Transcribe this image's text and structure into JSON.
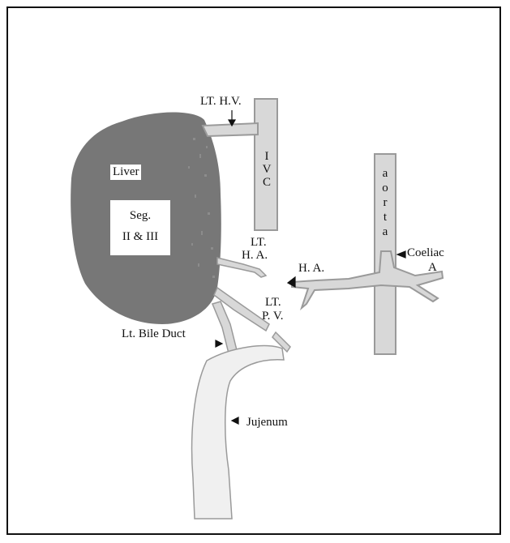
{
  "labels": {
    "lt_hv": "LT. H.V.",
    "ivc": [
      "I",
      "V",
      "C"
    ],
    "liver": "Liver",
    "seg_line1": "Seg.",
    "seg_line2": "II & III",
    "aorta": [
      "a",
      "o",
      "r",
      "t",
      "a"
    ],
    "coeliac_line1": "Coeliac",
    "coeliac_line2": "A",
    "lt_ha_line1": "LT.",
    "lt_ha_line2": "H. A.",
    "ha": "H. A.",
    "lt_pv_line1": "LT.",
    "lt_pv_line2": "P. V.",
    "lt_bile_duct": "Lt. Bile Duct",
    "jujenum": "Jujenum"
  },
  "colors": {
    "liver": "#777777",
    "liver_texture": "#9a9a9a",
    "vessel_fill": "#d8d8d8",
    "vessel_stroke": "#9a9a9a",
    "jejunum_fill": "#f0f0f0",
    "outline": "#111111"
  }
}
